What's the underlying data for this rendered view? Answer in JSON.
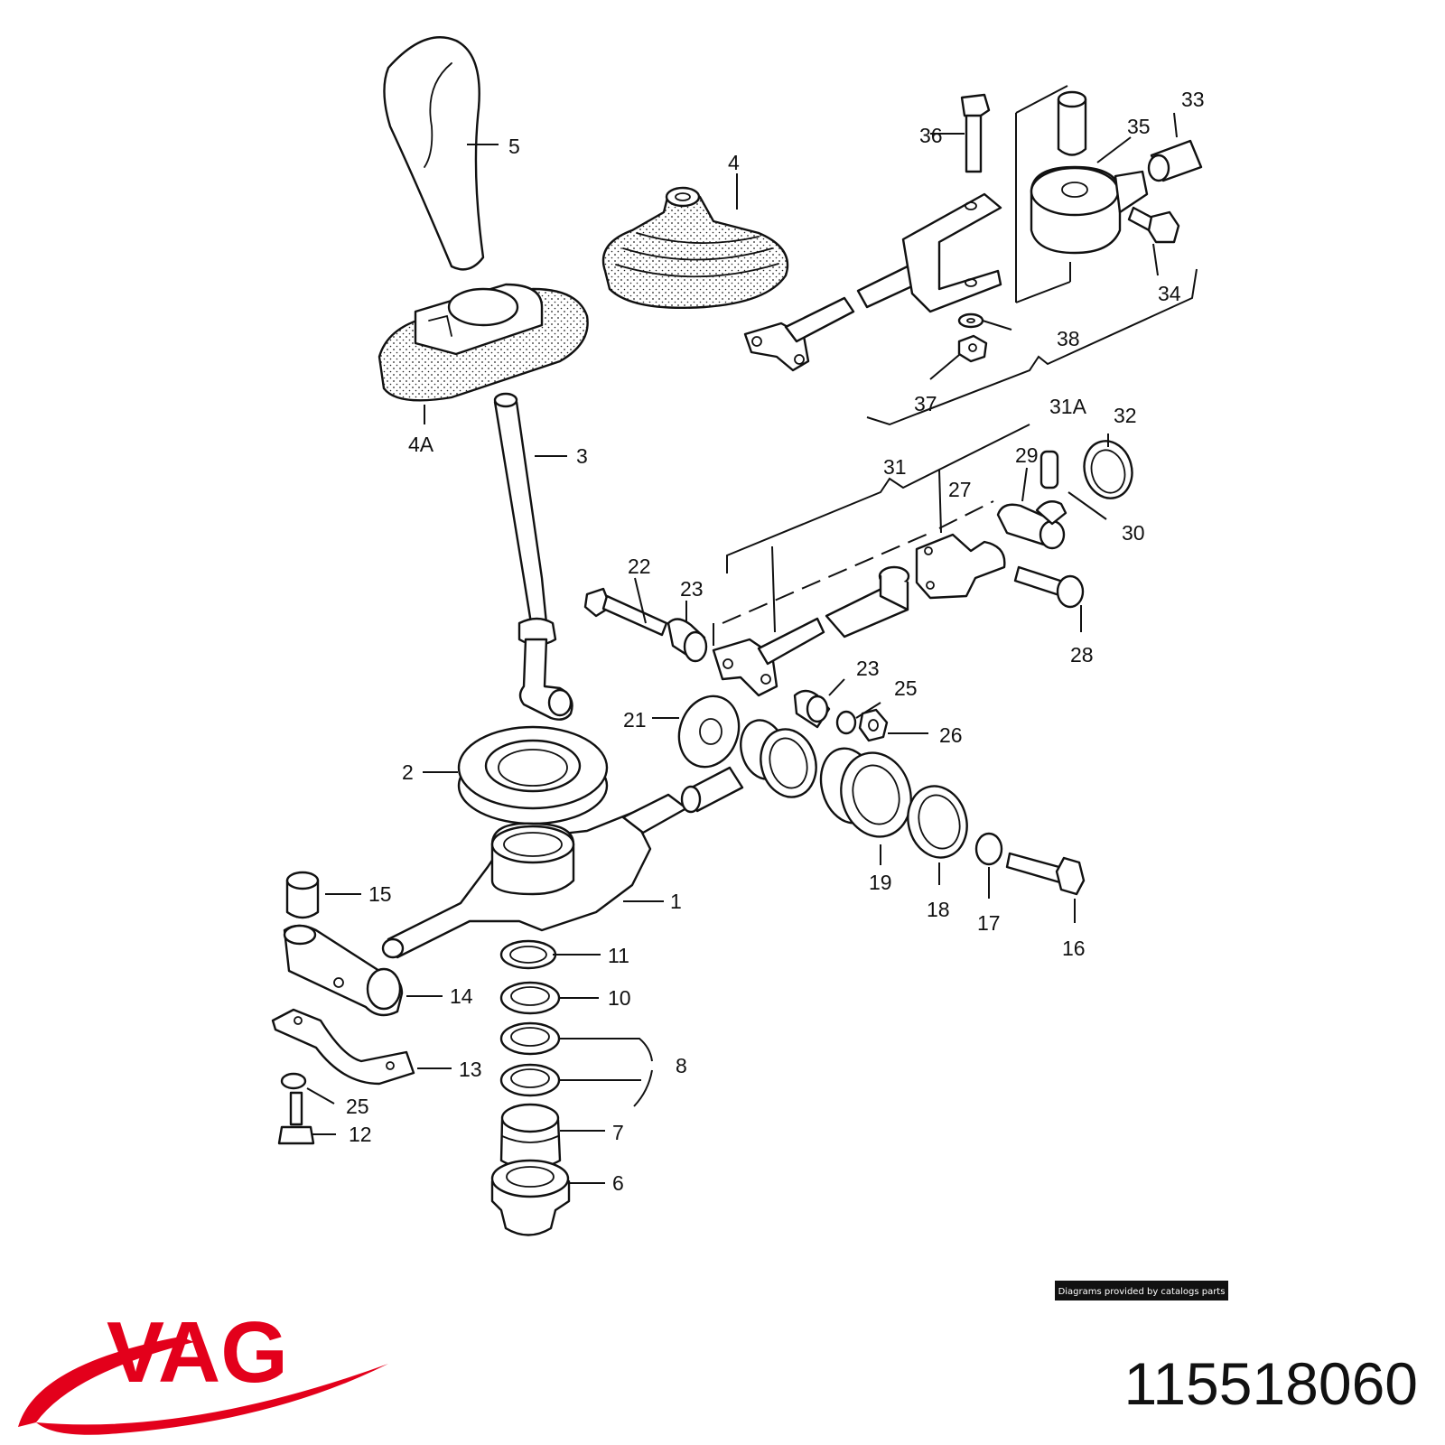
{
  "callouts": {
    "c1": "1",
    "c2": "2",
    "c3": "3",
    "c4": "4",
    "c4a": "4A",
    "c5": "5",
    "c6": "6",
    "c7": "7",
    "c8": "8",
    "c10": "10",
    "c11": "11",
    "c12": "12",
    "c13": "13",
    "c14": "14",
    "c15": "15",
    "c16": "16",
    "c17": "17",
    "c18": "18",
    "c19": "19",
    "c21": "21",
    "c22": "22",
    "c23a": "23",
    "c23b": "23",
    "c25a": "25",
    "c25b": "25",
    "c26": "26",
    "c27": "27",
    "c28": "28",
    "c29": "29",
    "c30": "30",
    "c31": "31",
    "c31a": "31A",
    "c32": "32",
    "c33": "33",
    "c34": "34",
    "c35": "35",
    "c36": "36",
    "c37": "37",
    "c38": "38"
  },
  "credit": "Diagrams provided by catalogs parts",
  "brand": {
    "name": "VAG",
    "color": "#e3001b"
  },
  "part_number": "115518060"
}
